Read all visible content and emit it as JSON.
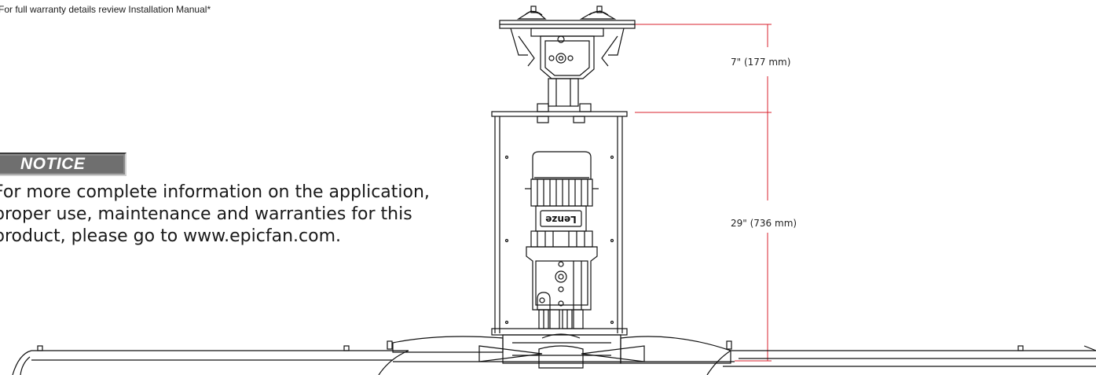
{
  "warranty_note": "For full warranty details review Installation Manual*",
  "notice": {
    "label": "NOTICE",
    "lines": [
      "For more complete information on the application,",
      "proper use, maintenance and warranties for this",
      "product, please go to www.epicfan.com."
    ]
  },
  "dimensions": {
    "top_mount": "7\" (177 mm)",
    "overall": "29\" (736 mm)"
  },
  "motor_brand_label": "Lenze",
  "colors": {
    "dimension_line": "#d8202c",
    "notice_fill": "#6f6f6f",
    "drawing_line": "#111111"
  }
}
